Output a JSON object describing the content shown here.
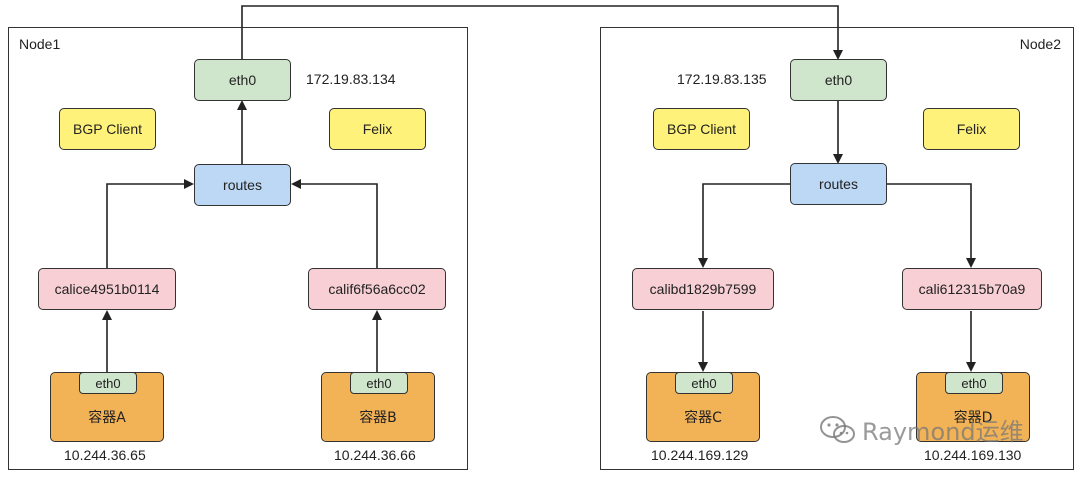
{
  "node1": {
    "label": "Node1",
    "eth0": {
      "label": "eth0",
      "ip": "172.19.83.134"
    },
    "bgp_client": "BGP Client",
    "felix": "Felix",
    "routes": "routes",
    "cali_left": "calice4951b0114",
    "cali_right": "calif6f56a6cc02",
    "container_left": {
      "name": "容器A",
      "eth": "eth0",
      "ip": "10.244.36.65"
    },
    "container_right": {
      "name": "容器B",
      "eth": "eth0",
      "ip": "10.244.36.66"
    }
  },
  "node2": {
    "label": "Node2",
    "eth0": {
      "label": "eth0",
      "ip": "172.19.83.135"
    },
    "bgp_client": "BGP Client",
    "felix": "Felix",
    "routes": "routes",
    "cali_left": "calibd1829b7599",
    "cali_right": "cali612315b70a9",
    "container_left": {
      "name": "容器C",
      "eth": "eth0",
      "ip": "10.244.169.129"
    },
    "container_right": {
      "name": "容器D",
      "eth": "eth0",
      "ip": "10.244.169.130"
    }
  },
  "watermark": {
    "text": "Raymond运维",
    "icon": "wechat-icon"
  },
  "colors": {
    "eth": "#cfe6cc",
    "yellow": "#fff27a",
    "routes": "#bcd8f5",
    "cali": "#f7cfd4",
    "container": "#f2b256"
  }
}
